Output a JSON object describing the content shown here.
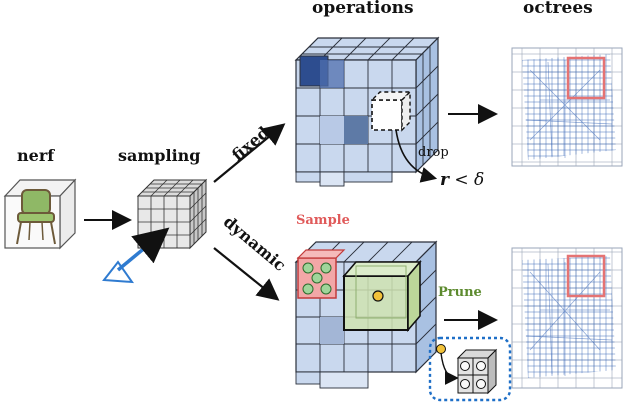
{
  "labels": {
    "operations": "operations",
    "octrees": "octrees",
    "nerf": "nerf",
    "sampling": "sampling",
    "fixed": "fixed",
    "dynamic": "dynamic",
    "sample": "Sample",
    "prune": "Prune",
    "drop": "drop",
    "condition_r": "r",
    "condition_rest": " < δ"
  },
  "colors": {
    "cube_light": "#c9d8ee",
    "cube_mid": "#a9c1e2",
    "cube_edge": "#2a2f3a",
    "cube_dark": "#2d4d8f",
    "grid_gray": "#d2d2d2",
    "sample_red": "#e05a5a",
    "sample_fill": "#f2a7a7",
    "sample_ball": "#9fd59a",
    "prune_green": "#5c8a2e",
    "prune_box": "#cfe3b0",
    "highlight_red": "#e57373",
    "octree_blue": "#2f5fb3",
    "view_blue": "#2f7bd0",
    "dotted_blue": "#1e6fc7",
    "dot_yellow": "#f2c23a"
  }
}
